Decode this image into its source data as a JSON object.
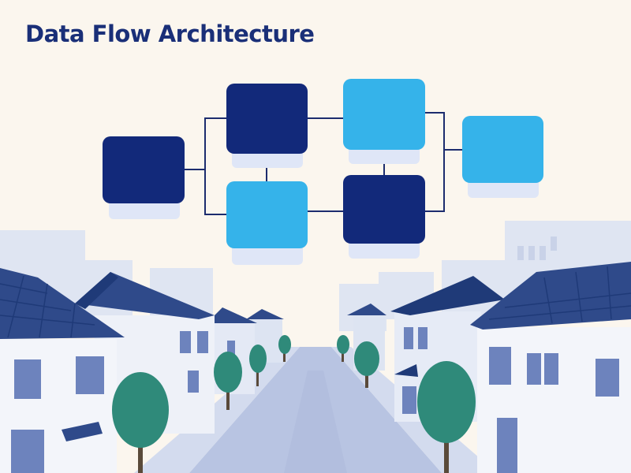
{
  "title": "Data Flow Architecture",
  "colors": {
    "background": "#fbf6ee",
    "title": "#1a2f78",
    "node_dark": "#12297a",
    "node_light": "#35b3ea",
    "connector": "#1c2c6e",
    "roof": "#2f4a8a",
    "wall": "#e9eef7",
    "tree": "#2f8a7a",
    "road": "#b8c4e2"
  },
  "diagram": {
    "nodes": [
      {
        "id": "source",
        "style": "dark"
      },
      {
        "id": "stage-top-1",
        "style": "dark"
      },
      {
        "id": "stage-bottom-1",
        "style": "light"
      },
      {
        "id": "stage-top-2",
        "style": "light"
      },
      {
        "id": "stage-bottom-2",
        "style": "dark"
      },
      {
        "id": "output",
        "style": "light"
      }
    ],
    "edges": [
      [
        "source",
        "stage-top-1"
      ],
      [
        "source",
        "stage-bottom-1"
      ],
      [
        "stage-top-1",
        "stage-bottom-1"
      ],
      [
        "stage-top-1",
        "stage-top-2"
      ],
      [
        "stage-bottom-1",
        "stage-bottom-2"
      ],
      [
        "stage-top-2",
        "stage-bottom-2"
      ],
      [
        "stage-top-2",
        "output"
      ],
      [
        "stage-bottom-2",
        "output"
      ]
    ]
  },
  "background_scene": {
    "description_icon": "street-scene-illustration"
  }
}
